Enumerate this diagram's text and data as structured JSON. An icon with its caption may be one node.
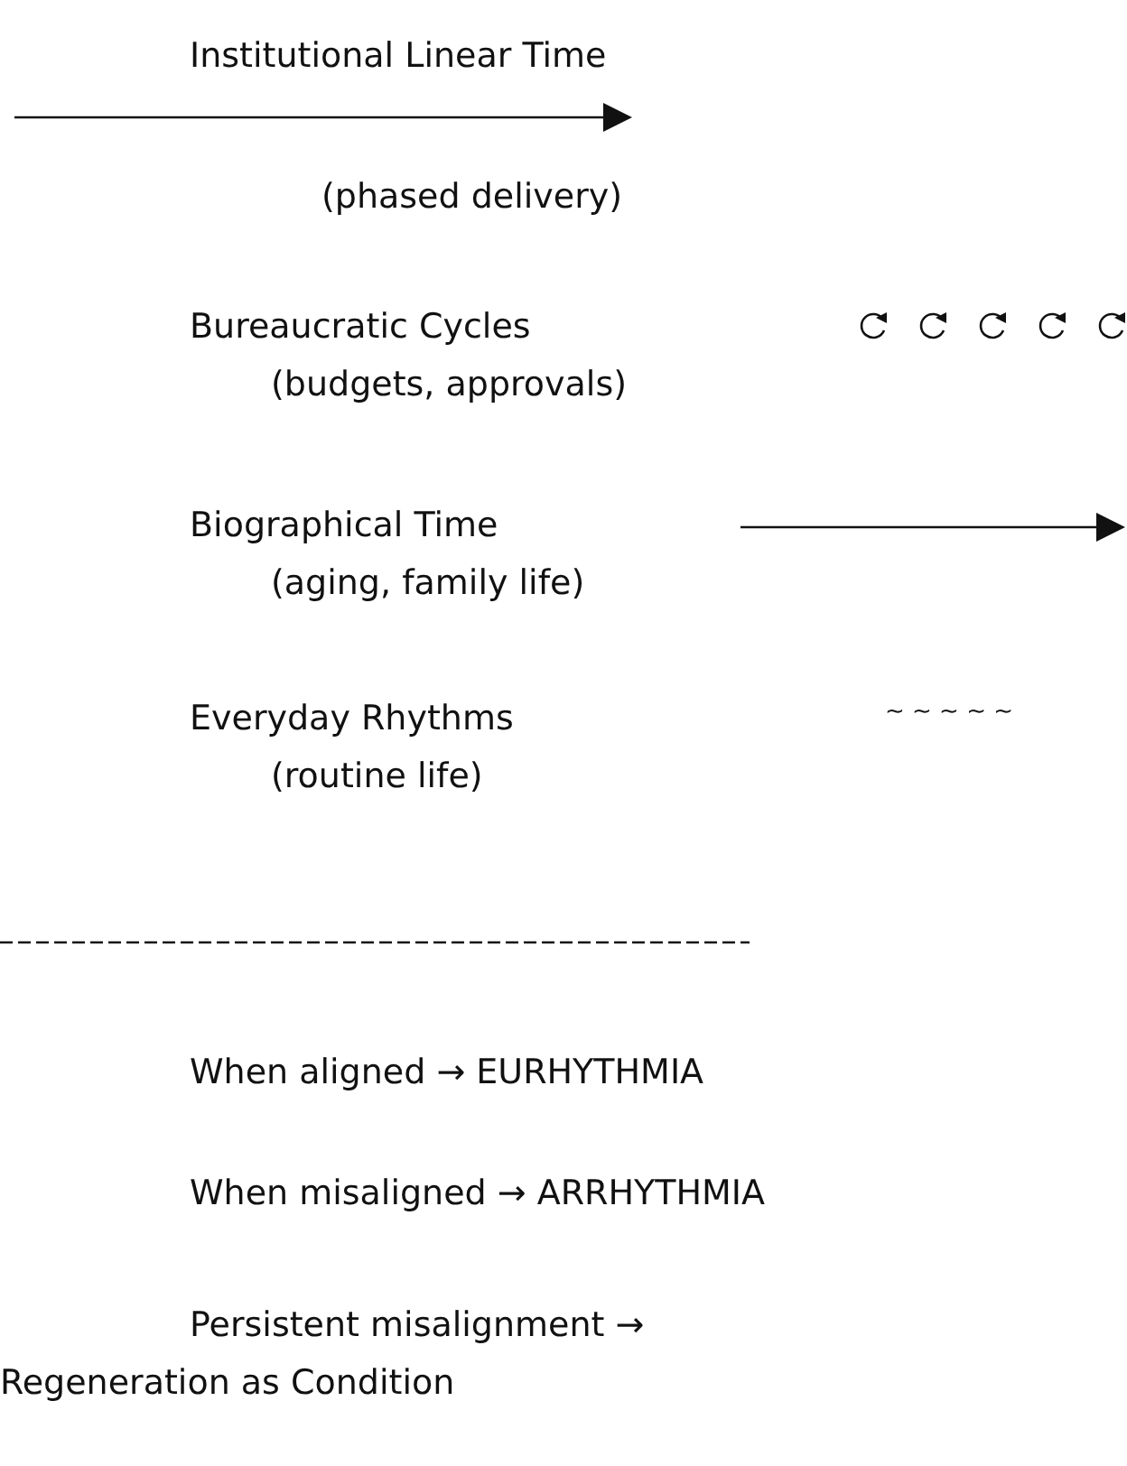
{
  "diagram": {
    "labels": [
      "Institutional Linear Time",
      "(phased delivery)",
      "Bureaucratic Cycles",
      "(budgets, approvals)",
      "Biographical Time",
      "(aging, family life)",
      "Everyday Rhythms",
      "~ ~ ~ ~ ~",
      "(routine life)",
      "When aligned → EURHYTHMIA",
      "When misaligned → ARRHYTHMIA",
      "Persistent misalignment → Regeneration as Condition"
    ]
  }
}
